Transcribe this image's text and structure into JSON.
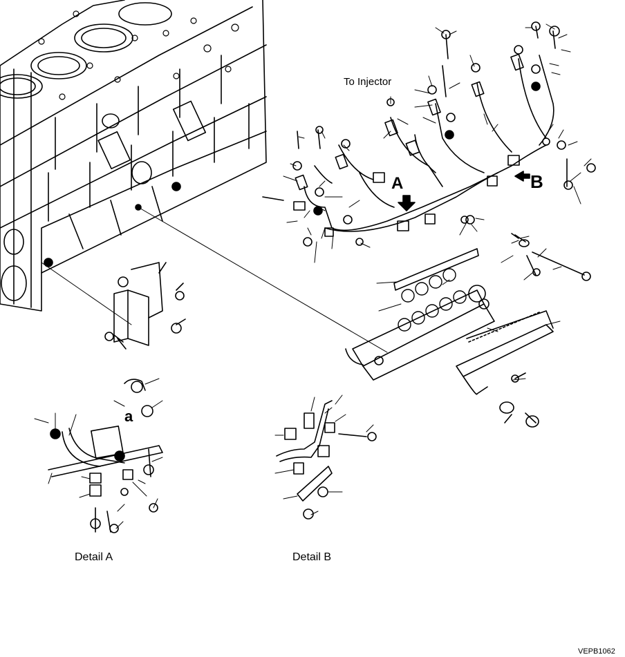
{
  "labels": {
    "to_injector": "To Injector",
    "marker_a": "A",
    "marker_b": "B",
    "detail_marker_a": "a",
    "detail_a": "Detail A",
    "detail_b": "Detail B",
    "figure_code": "VEPB1062"
  },
  "colors": {
    "ink": "#000000",
    "paper": "#ffffff"
  }
}
